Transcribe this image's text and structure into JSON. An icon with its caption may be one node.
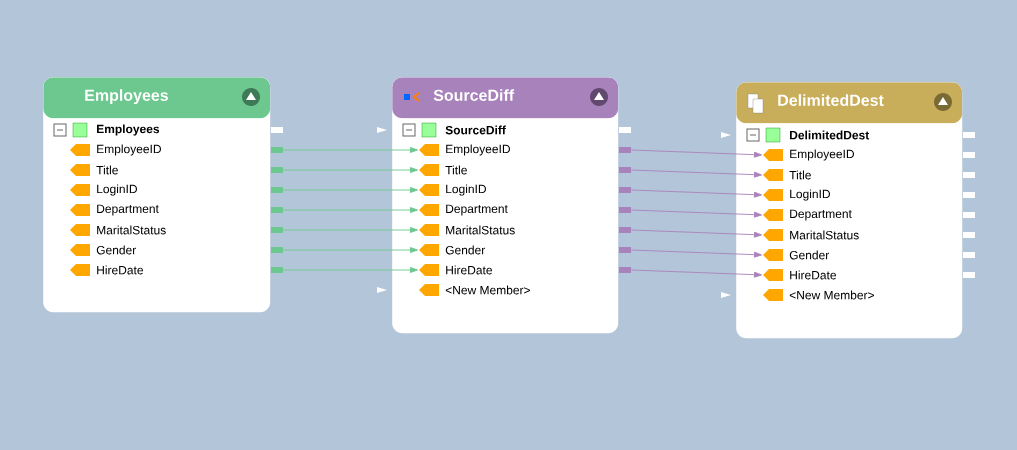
{
  "diagram": {
    "nodes": [
      {
        "text": [
          "Employees"
        ]
      },
      {
        "text": [
          "Employees"
        ],
        "in": 0
      },
      {
        "text": [
          "EmployeeID"
        ],
        "in": 0
      },
      {
        "text": [
          "Title"
        ],
        "in": 0
      },
      {
        "text": [
          "LoginID"
        ],
        "in": 0
      },
      {
        "text": [
          "Department"
        ],
        "in": 0
      },
      {
        "text": [
          "MaritalStatus"
        ],
        "in": 0
      },
      {
        "text": [
          "Gender"
        ],
        "in": 0
      },
      {
        "text": [
          "HireDate"
        ],
        "in": 0
      },
      {
        "text": [
          "SourceDiff"
        ]
      },
      {
        "text": [
          "SourceDiff"
        ],
        "in": 9
      },
      {
        "text": [
          "EmployeeID"
        ],
        "in": 9
      },
      {
        "text": [
          "Title"
        ],
        "in": 9
      },
      {
        "text": [
          "LoginID"
        ],
        "in": 9
      },
      {
        "text": [
          "Department"
        ],
        "in": 9
      },
      {
        "text": [
          "MaritalStatus"
        ],
        "in": 9
      },
      {
        "text": [
          "Gender"
        ],
        "in": 9
      },
      {
        "text": [
          "HireDate"
        ],
        "in": 9
      },
      {
        "text": [
          "<New Member>"
        ],
        "in": 9
      },
      {
        "text": [
          "DelimitedDest"
        ]
      },
      {
        "text": [
          "DelimitedDest"
        ],
        "in": 19
      },
      {
        "text": [
          "EmployeeID"
        ],
        "in": 19
      },
      {
        "text": [
          "Title"
        ],
        "in": 19
      },
      {
        "text": [
          "LoginID"
        ],
        "in": 19
      },
      {
        "text": [
          "Department"
        ],
        "in": 19
      },
      {
        "text": [
          "MaritalStatus"
        ],
        "in": 19
      },
      {
        "text": [
          "Gender"
        ],
        "in": 19
      },
      {
        "text": [
          "HireDate"
        ],
        "in": 19
      },
      {
        "text": [
          "<New Member>"
        ],
        "in": 19
      }
    ],
    "edges": [
      {
        "from": 2,
        "to": 11,
        "arrow": "to",
        "color": "#6cc88e"
      },
      {
        "from": 3,
        "to": 12,
        "arrow": "to",
        "color": "#6cc88e"
      },
      {
        "from": 4,
        "to": 13,
        "arrow": "to",
        "color": "#6cc88e"
      },
      {
        "from": 5,
        "to": 14,
        "arrow": "to",
        "color": "#6cc88e"
      },
      {
        "from": 6,
        "to": 15,
        "arrow": "to",
        "color": "#6cc88e"
      },
      {
        "from": 7,
        "to": 16,
        "arrow": "to",
        "color": "#6cc88e"
      },
      {
        "from": 8,
        "to": 17,
        "arrow": "to",
        "color": "#6cc88e"
      },
      {
        "from": 11,
        "to": 21,
        "arrow": "to",
        "color": "#a882bb"
      },
      {
        "from": 12,
        "to": 22,
        "arrow": "to",
        "color": "#a882bb"
      },
      {
        "from": 13,
        "to": 23,
        "arrow": "to",
        "color": "#a882bb"
      },
      {
        "from": 14,
        "to": 24,
        "arrow": "to",
        "color": "#a882bb"
      },
      {
        "from": 15,
        "to": 25,
        "arrow": "to",
        "color": "#a882bb"
      },
      {
        "from": 16,
        "to": 26,
        "arrow": "to",
        "color": "#a882bb"
      },
      {
        "from": 17,
        "to": 27,
        "arrow": "to",
        "color": "#a882bb"
      }
    ]
  }
}
